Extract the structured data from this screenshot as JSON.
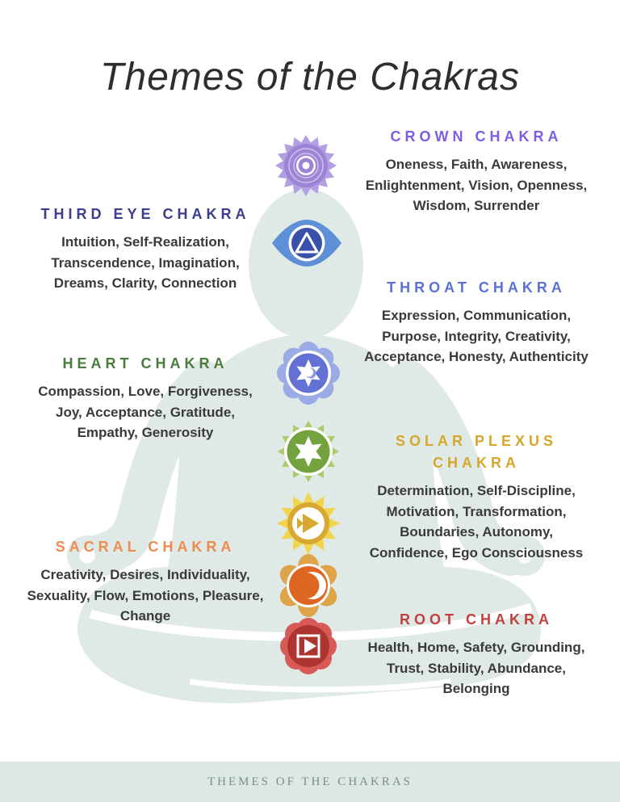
{
  "page": {
    "title": "Themes of the Chakras",
    "background_color": "#ffffff",
    "silhouette_color": "#dfe9e6",
    "body_text_color": "#3a3a3a"
  },
  "footer": {
    "text": "THEMES OF THE CHAKRAS",
    "band_color": "#dce8e4",
    "text_color": "#7d8d8b"
  },
  "chakras": [
    {
      "name": "Crown Chakra",
      "heading": "CROWN CHAKRA",
      "heading_color": "#7d5ee3",
      "icon": "crown-lotus-icon",
      "icon_colors": [
        "#b2a0e3",
        "#9d84d6",
        "#ffffff"
      ],
      "description": "Oneness, Faith, Awareness, Enlightenment, Vision, Openness, Wisdom, Surrender"
    },
    {
      "name": "Third Eye Chakra",
      "heading": "THIRD EYE CHAKRA",
      "heading_color": "#3c3d8c",
      "icon": "third-eye-icon",
      "icon_colors": [
        "#5e90d8",
        "#3a51ab",
        "#ffffff"
      ],
      "description": "Intuition, Self-Realization, Transcendence, Imagination, Dreams, Clarity, Connection"
    },
    {
      "name": "Throat Chakra",
      "heading": "THROAT CHAKRA",
      "heading_color": "#5b71d5",
      "icon": "throat-lotus-icon",
      "icon_colors": [
        "#9babe6",
        "#6271d3",
        "#ffffff"
      ],
      "description": "Expression, Communication, Purpose, Integrity, Creativity, Acceptance, Honesty, Authenticity"
    },
    {
      "name": "Heart Chakra",
      "heading": "HEART CHAKRA",
      "heading_color": "#4b7c3e",
      "icon": "heart-star-icon",
      "icon_colors": [
        "#accb6d",
        "#74a23e",
        "#ffffff"
      ],
      "description": "Compassion, Love, Forgiveness, Joy, Acceptance, Gratitude, Empathy, Generosity"
    },
    {
      "name": "Solar Plexus Chakra",
      "heading": "SOLAR PLEXUS CHAKRA",
      "heading_color": "#d7a72c",
      "icon": "solar-plexus-icon",
      "icon_colors": [
        "#f2d54e",
        "#d9a832",
        "#ffffff"
      ],
      "description": "Determination, Self-Discipline, Motivation, Transformation, Boundaries, Autonomy, Confidence, Ego Consciousness"
    },
    {
      "name": "Sacral Chakra",
      "heading": "SACRAL CHAKRA",
      "heading_color": "#ee8c50",
      "icon": "sacral-moon-icon",
      "icon_colors": [
        "#dfa44a",
        "#dd6722",
        "#ffffff"
      ],
      "description": "Creativity, Desires, Individuality, Sexuality, Flow, Emotions, Pleasure, Change"
    },
    {
      "name": "Root Chakra",
      "heading": "ROOT CHAKRA",
      "heading_color": "#c04140",
      "icon": "root-square-icon",
      "icon_colors": [
        "#d85a56",
        "#ad3431",
        "#ffffff"
      ],
      "description": "Health, Home, Safety, Grounding, Trust, Stability, Abundance, Belonging"
    }
  ]
}
